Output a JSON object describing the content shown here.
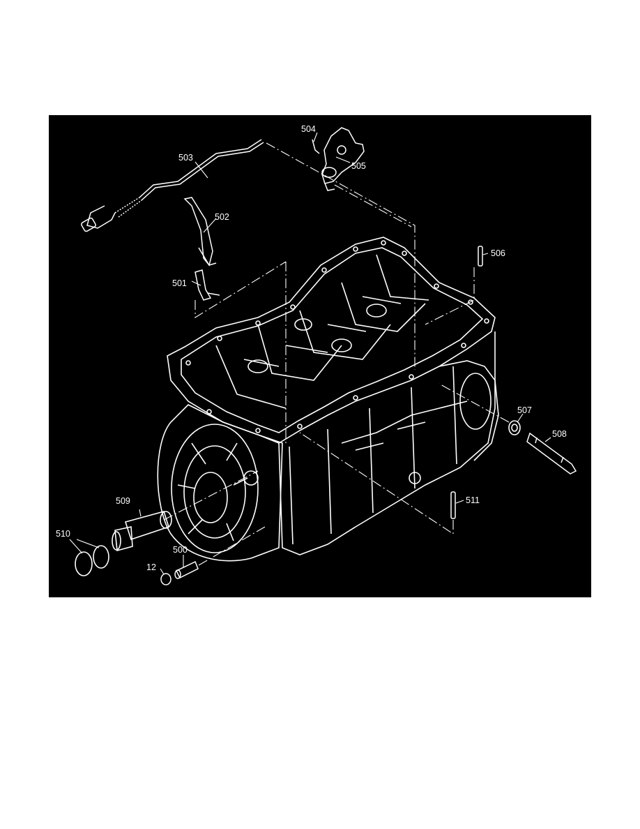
{
  "diagram": {
    "background": "#000000",
    "line_color": "#ffffff",
    "labels": {
      "l12": "12",
      "l500": "500",
      "l501": "501",
      "l502": "502",
      "l503": "503",
      "l504": "504",
      "l505": "505",
      "l506": "506",
      "l507": "507",
      "l508": "508",
      "l509": "509",
      "l510": "510",
      "l511": "511"
    }
  }
}
